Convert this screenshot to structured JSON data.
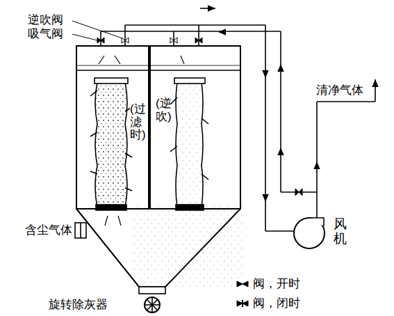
{
  "diagram": {
    "labels": [
      "逆吹阀",
      "吸气阀",
      "(过滤时)",
      "(逆吹)",
      "清净气体",
      "含尘气体",
      "风机",
      "旋转除灰器"
    ],
    "legend": [
      {
        "text": "阀，开时"
      },
      {
        "text": "阀，闭时"
      }
    ]
  }
}
